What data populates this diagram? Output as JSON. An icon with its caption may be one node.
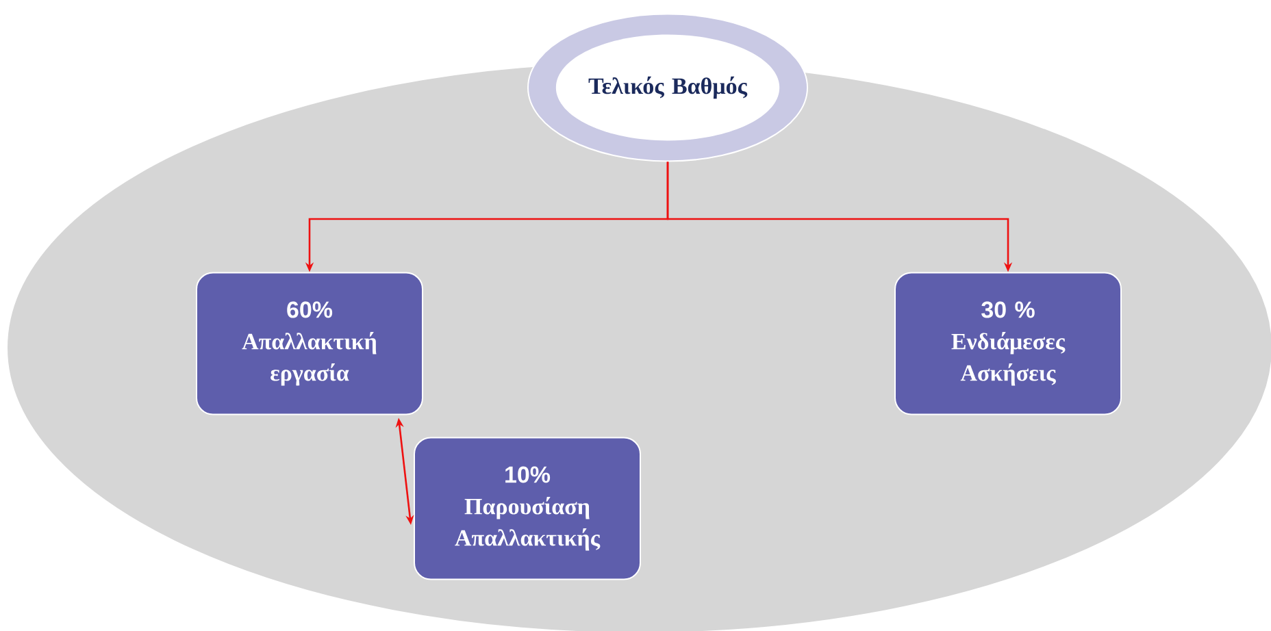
{
  "diagram": {
    "nodes": [
      {
        "text": [
          "Τελικός Βαθμός"
        ]
      },
      {
        "text": [
          "60%",
          "Απαλλακτική εργασία"
        ]
      },
      {
        "text": [
          "30 %",
          "Ενδιάμεσες Ασκήσεις"
        ]
      },
      {
        "text": [
          "10%",
          "Παρουσίαση Απαλλακτικής"
        ]
      }
    ],
    "edges": [
      {
        "from": 0,
        "to": 1,
        "arrow": "to"
      },
      {
        "from": 0,
        "to": 2,
        "arrow": "to"
      },
      {
        "from": 1,
        "to": 3,
        "arrow": "both"
      }
    ]
  }
}
